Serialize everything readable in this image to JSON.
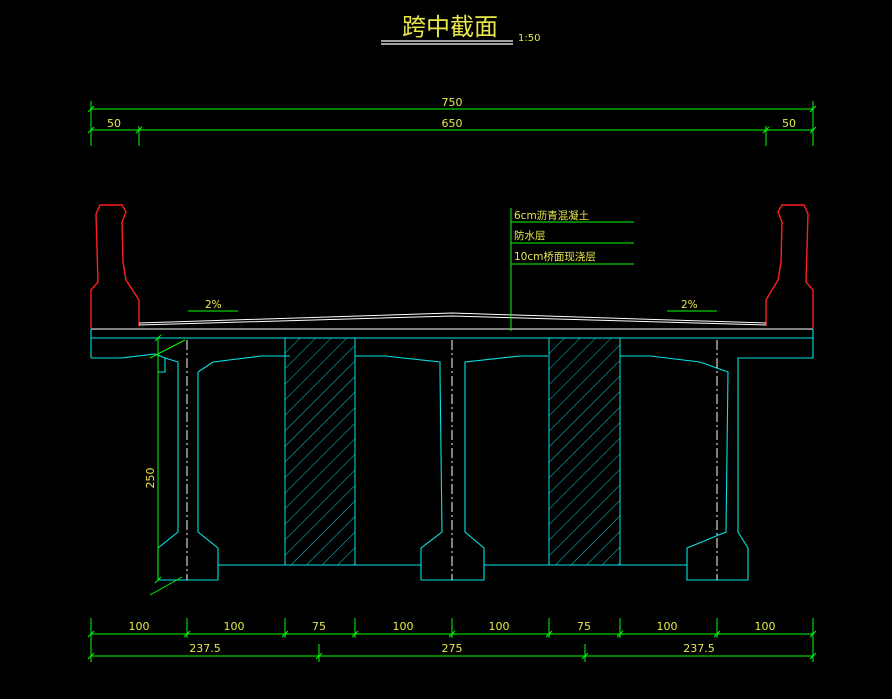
{
  "drawing": {
    "title": "跨中截面",
    "scale": "1:50",
    "colors": {
      "background": "#000000",
      "dimension": "#00ff00",
      "dimension_text": "#e8e84a",
      "section_outline": "#00ffff",
      "railing": "#ff1e1e",
      "centerline": "#ffffff",
      "hatch": "#00ffff"
    }
  },
  "top_dims": {
    "overall": "750",
    "left": "50",
    "middle": "650",
    "right": "50"
  },
  "layers": {
    "layer1": "6cm沥青混凝土",
    "layer2": "防水层",
    "layer3": "10cm桥面现浇层"
  },
  "slopes": {
    "left": "2%",
    "right": "2%"
  },
  "height_dim": "250",
  "bottom_dims_row1": [
    "100",
    "100",
    "75",
    "100",
    "100",
    "75",
    "100",
    "100"
  ],
  "bottom_dims_row2": [
    "237.5",
    "275",
    "237.5"
  ]
}
